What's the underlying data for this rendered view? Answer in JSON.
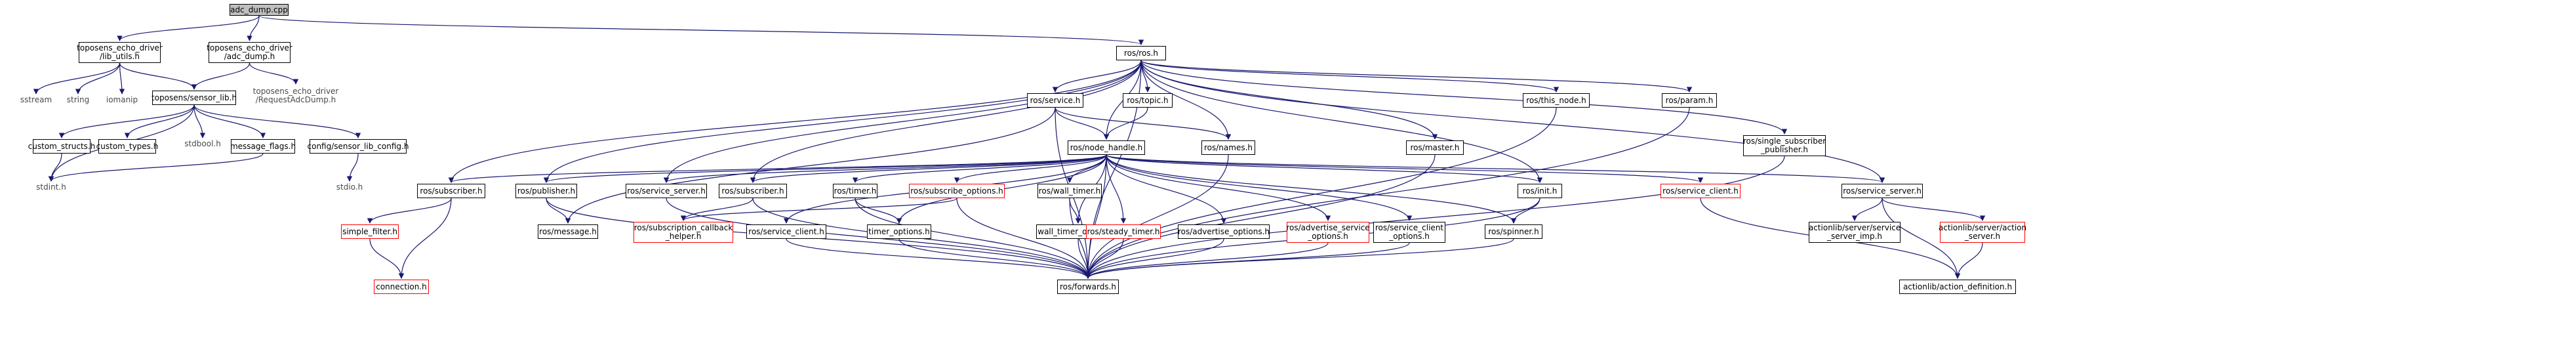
{
  "nodes": {
    "adc_dump": {
      "label": "adc_dump.cpp",
      "kind": "root"
    },
    "lib_utils": {
      "label": "toposens_echo_driver\n/lib_utils.h",
      "kind": "normal"
    },
    "adc_dump_h": {
      "label": "toposens_echo_driver\n/adc_dump.h",
      "kind": "normal"
    },
    "sstream": {
      "label": "sstream",
      "kind": "plain"
    },
    "string": {
      "label": "string",
      "kind": "plain"
    },
    "iomanip": {
      "label": "iomanip",
      "kind": "plain"
    },
    "sensor_lib": {
      "label": "toposens/sensor_lib.h",
      "kind": "normal"
    },
    "request_adc": {
      "label": "toposens_echo_driver\n/RequestAdcDump.h",
      "kind": "plain"
    },
    "custom_structs": {
      "label": "custom_structs.h",
      "kind": "normal"
    },
    "custom_types": {
      "label": "custom_types.h",
      "kind": "normal"
    },
    "stdbool": {
      "label": "stdbool.h",
      "kind": "plain"
    },
    "message_flags": {
      "label": "message_flags.h",
      "kind": "normal"
    },
    "sensor_lib_config": {
      "label": "config/sensor_lib_config.h",
      "kind": "normal"
    },
    "stdint": {
      "label": "stdint.h",
      "kind": "plain"
    },
    "stdio": {
      "label": "stdio.h",
      "kind": "plain"
    },
    "ros_h": {
      "label": "ros/ros.h",
      "kind": "normal"
    },
    "service_h": {
      "label": "ros/service.h",
      "kind": "normal"
    },
    "topic_h": {
      "label": "ros/topic.h",
      "kind": "normal"
    },
    "this_node": {
      "label": "ros/this_node.h",
      "kind": "normal"
    },
    "param_h": {
      "label": "ros/param.h",
      "kind": "normal"
    },
    "single_sub": {
      "label": "ros/single_subscriber\n_publisher.h",
      "kind": "normal"
    },
    "node_handle": {
      "label": "ros/node_handle.h",
      "kind": "normal"
    },
    "names_h": {
      "label": "ros/names.h",
      "kind": "normal"
    },
    "master_h": {
      "label": "ros/master.h",
      "kind": "normal"
    },
    "ros_subscriber_l": {
      "label": "ros/subscriber.h",
      "kind": "normal"
    },
    "publisher_h": {
      "label": "ros/publisher.h",
      "kind": "normal"
    },
    "service_server_l": {
      "label": "ros/service_server.h",
      "kind": "normal"
    },
    "subscriber_m": {
      "label": "ros/subscriber.h",
      "kind": "normal"
    },
    "timer_h": {
      "label": "ros/timer.h",
      "kind": "normal"
    },
    "subscribe_options": {
      "label": "ros/subscribe_options.h",
      "kind": "red"
    },
    "wall_timer": {
      "label": "ros/wall_timer.h",
      "kind": "normal"
    },
    "init_h": {
      "label": "ros/init.h",
      "kind": "normal"
    },
    "service_client_r": {
      "label": "ros/service_client.h",
      "kind": "red"
    },
    "service_server_r": {
      "label": "ros/service_server.h",
      "kind": "normal"
    },
    "simple_filter": {
      "label": "simple_filter.h",
      "kind": "red"
    },
    "connection": {
      "label": "connection.h",
      "kind": "red"
    },
    "message_h": {
      "label": "ros/message.h",
      "kind": "normal"
    },
    "sub_callback": {
      "label": "ros/subscription_callback\n_helper.h",
      "kind": "red"
    },
    "service_client_m": {
      "label": "ros/service_client.h",
      "kind": "normal"
    },
    "timer_options": {
      "label": "timer_options.h",
      "kind": "normal"
    },
    "wall_timer_options": {
      "label": "wall_timer_options.h",
      "kind": "normal"
    },
    "steady_timer": {
      "label": "ros/steady_timer.h",
      "kind": "red"
    },
    "advertise_options": {
      "label": "ros/advertise_options.h",
      "kind": "normal"
    },
    "adv_service_options": {
      "label": "ros/advertise_service\n_options.h",
      "kind": "red"
    },
    "service_client_options": {
      "label": "ros/service_client\n_options.h",
      "kind": "normal"
    },
    "spinner_h": {
      "label": "ros/spinner.h",
      "kind": "normal"
    },
    "service_server_imp": {
      "label": "actionlib/server/service\n_server_imp.h",
      "kind": "normal"
    },
    "action_server": {
      "label": "actionlib/server/action\n_server.h",
      "kind": "red"
    },
    "action_definition": {
      "label": "actionlib/action_definition.h",
      "kind": "normal"
    },
    "forwards_h": {
      "label": "ros/forwards.h",
      "kind": "normal"
    }
  },
  "colors": {
    "edge": "#191970",
    "root_fill": "#bfbfbf",
    "missing_border": "#ff0000",
    "external_border": "#bfbfbf"
  }
}
